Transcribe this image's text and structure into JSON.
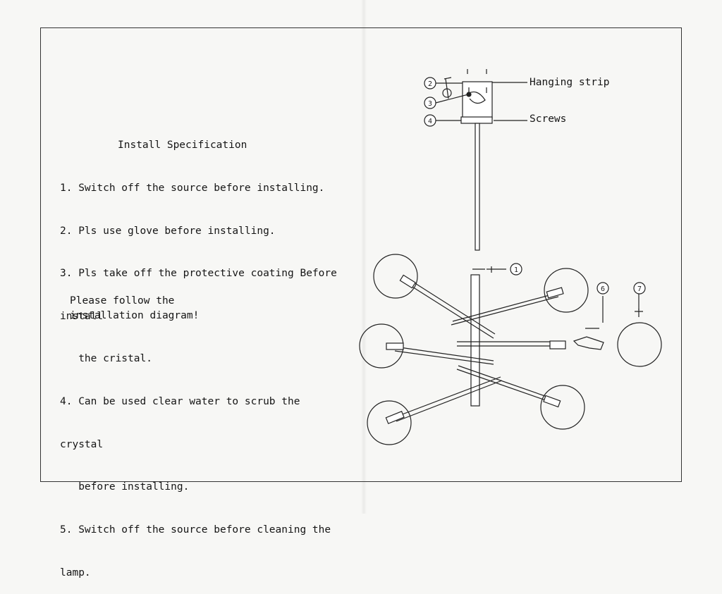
{
  "spec": {
    "title": "Install Specification",
    "lines": [
      "1. Switch off the source before installing.",
      "2. Pls use glove before installing.",
      "3. Pls take off the protective coating Before",
      "install",
      "   the cristal.",
      "4. Can be used clear water to scrub the",
      "crystal",
      "   before installing.",
      "5. Switch off the source before cleaning the",
      "lamp."
    ]
  },
  "follow": {
    "line1": "Please follow the",
    "line2": "installation diagram!"
  },
  "diagram": {
    "label_hanging_strip": "Hanging strip",
    "label_screws": "Screws",
    "callouts": [
      "1",
      "2",
      "3",
      "4",
      "6",
      "7"
    ]
  }
}
